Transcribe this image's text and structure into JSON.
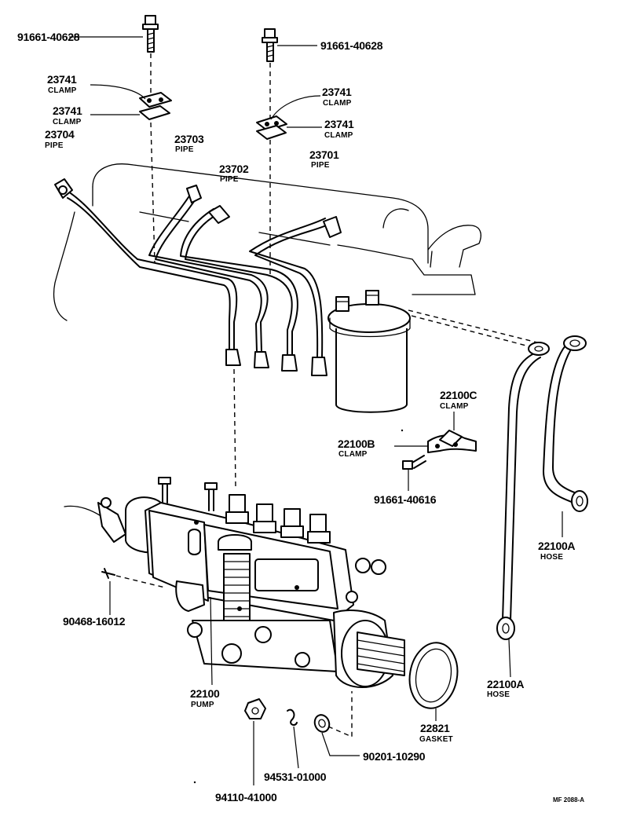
{
  "parts": {
    "bolt_left": {
      "number": "91661-40628"
    },
    "bolt_right": {
      "number": "91661-40628"
    },
    "clamp_a": {
      "number": "23741",
      "name": "CLAMP"
    },
    "clamp_b": {
      "number": "23741",
      "name": "CLAMP"
    },
    "clamp_c": {
      "number": "23741",
      "name": "CLAMP"
    },
    "clamp_d": {
      "number": "23741",
      "name": "CLAMP"
    },
    "pipe_23704": {
      "number": "23704",
      "name": "PIPE"
    },
    "pipe_23703": {
      "number": "23703",
      "name": "PIPE"
    },
    "pipe_23702": {
      "number": "23702",
      "name": "PIPE"
    },
    "pipe_23701": {
      "number": "23701",
      "name": "PIPE"
    },
    "clamp_22100c": {
      "number": "22100C",
      "name": "CLAMP"
    },
    "clamp_22100b": {
      "number": "22100B",
      "name": "CLAMP"
    },
    "bolt_91661_40616": {
      "number": "91661-40616"
    },
    "hose_upper": {
      "number": "22100A",
      "name": "HOSE"
    },
    "hose_lower": {
      "number": "22100A",
      "name": "HOSE"
    },
    "part_90468": {
      "number": "90468-16012"
    },
    "pump": {
      "number": "22100",
      "name": "PUMP"
    },
    "gasket": {
      "number": "22821",
      "name": "GASKET"
    },
    "nut_94110": {
      "number": "94110-41000"
    },
    "washer_94531": {
      "number": "94531-01000"
    },
    "washer_90201": {
      "number": "90201-10290"
    }
  },
  "footer_code": "MF  2088-A"
}
